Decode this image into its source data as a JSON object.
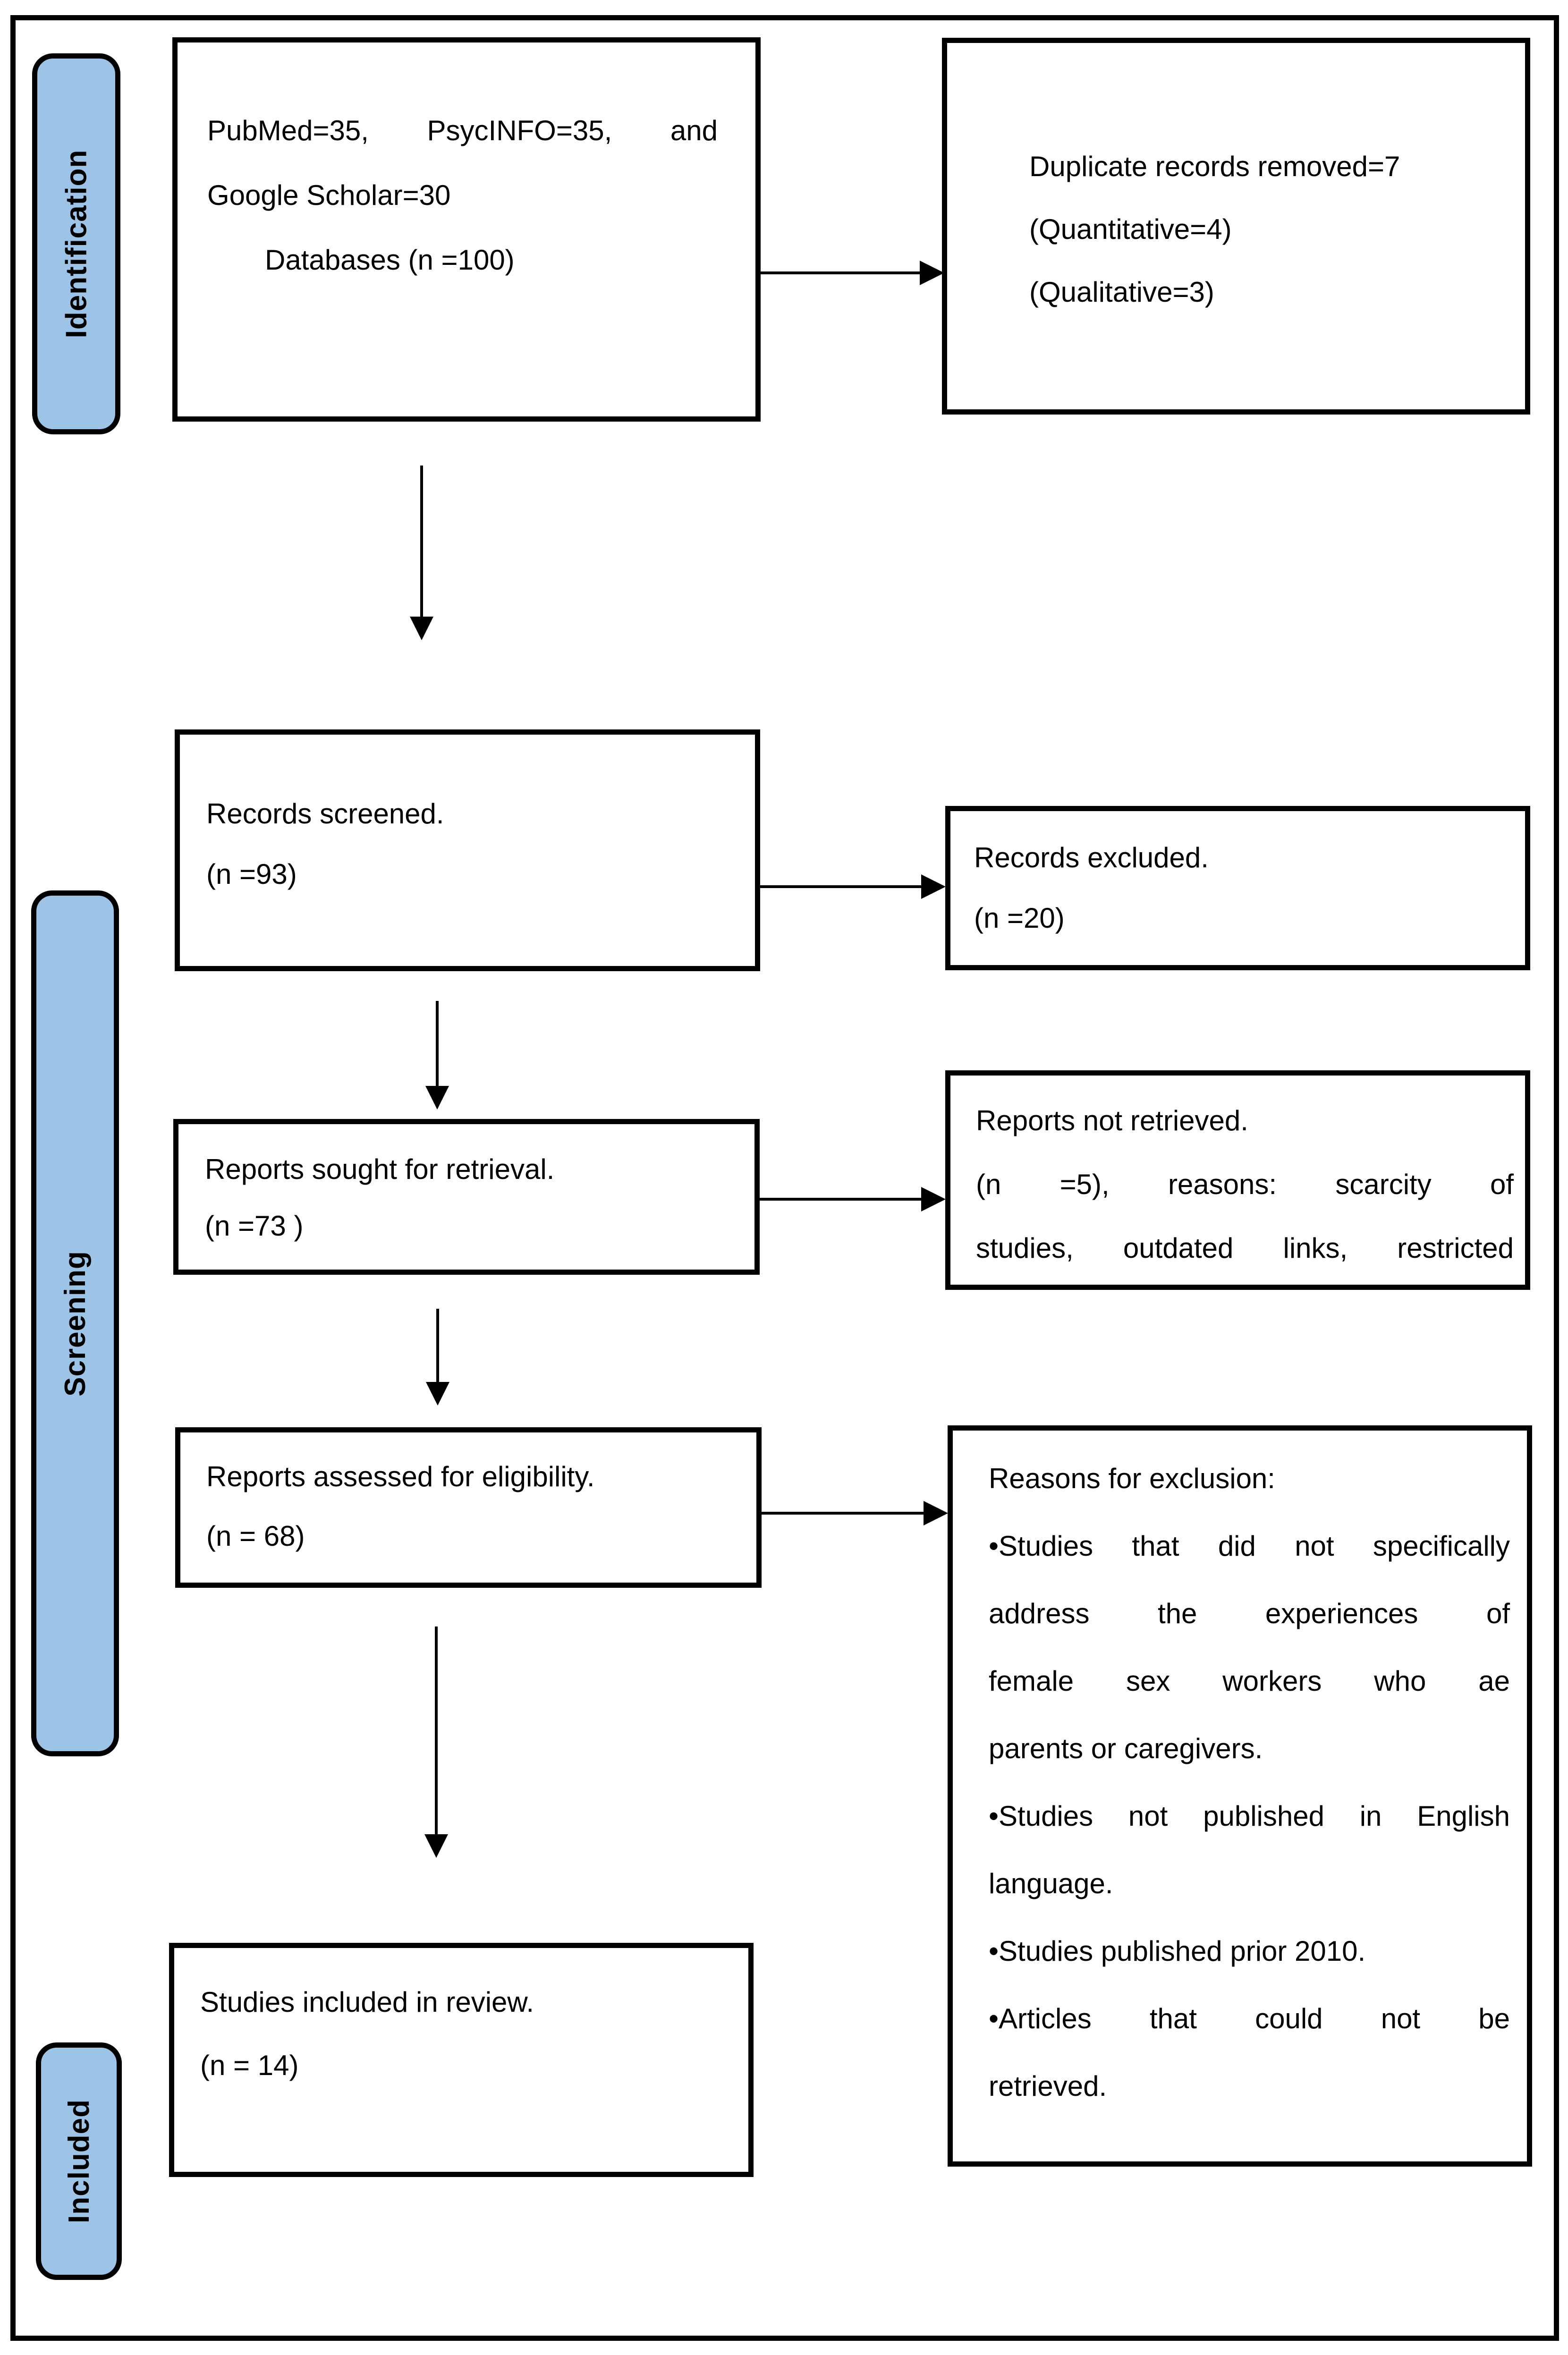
{
  "stage_labels": {
    "identification": "Identification",
    "screening": "Screening",
    "included": "Included"
  },
  "boxes": {
    "databases": {
      "lines": [
        {
          "text": "PubMed=35, PsycINFO=35, and",
          "stretch": true
        },
        {
          "text": "Google Scholar=30"
        },
        {
          "text": "Databases (n =100)",
          "indent": true
        }
      ]
    },
    "duplicates_removed": {
      "lines": [
        {
          "text": "Duplicate records removed=7"
        },
        {
          "text": "(Quantitative=4)"
        },
        {
          "text": "(Qualitative=3)"
        }
      ]
    },
    "records_screened": {
      "lines": [
        {
          "text": "Records screened."
        },
        {
          "text": "(n =93)"
        }
      ]
    },
    "records_excluded": {
      "lines": [
        {
          "text": "Records excluded."
        },
        {
          "text": "(n =20)"
        }
      ]
    },
    "reports_sought": {
      "lines": [
        {
          "text": "Reports sought for retrieval."
        },
        {
          "text": "(n =73 )"
        }
      ]
    },
    "reports_not_retrieved": {
      "lines": [
        {
          "text": "Reports not retrieved."
        },
        {
          "text": "(n =5), reasons: scarcity of",
          "stretch": true
        },
        {
          "text": "studies, outdated links, restricted",
          "stretch": true
        }
      ]
    },
    "reports_assessed": {
      "lines": [
        {
          "text": "Reports assessed for eligibility."
        },
        {
          "text": "(n = 68)"
        }
      ]
    },
    "exclusion_reasons": {
      "lines": [
        {
          "text": "Reasons for exclusion:"
        },
        {
          "text": "•Studies that did not specifically",
          "stretch": true
        },
        {
          "text": "address the experiences of",
          "stretch": true
        },
        {
          "text": "female sex workers who ae",
          "stretch": true
        },
        {
          "text": "parents or caregivers."
        },
        {
          "text": "•Studies not published in English",
          "stretch": true
        },
        {
          "text": "language."
        },
        {
          "text": "•Studies published prior 2010."
        },
        {
          "text": "•Articles that could not be",
          "stretch": true
        },
        {
          "text": "retrieved."
        }
      ]
    },
    "studies_included": {
      "lines": [
        {
          "text": "Studies included in review."
        },
        {
          "text": "(n = 14)"
        }
      ]
    }
  },
  "colors": {
    "stage_fill": "#9dc3e6",
    "line": "#000000",
    "background": "#ffffff"
  }
}
